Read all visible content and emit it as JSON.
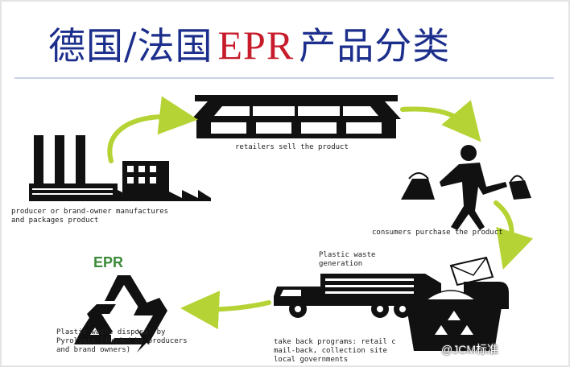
{
  "title": {
    "part1": "德国/法国",
    "part2": "EPR",
    "part3": "产品分类"
  },
  "colors": {
    "title_blue": "#1d2f8c",
    "title_red": "#c71c2c",
    "arrow_green": "#b5d334",
    "epr_green": "#3d8a3a",
    "icon_black": "#111111"
  },
  "steps": {
    "retailer": "retailers sell the product",
    "producer": "producer or brand-owner manufactures\nand packages product",
    "consumer": "consumers purchase the product",
    "waste": "Plastic waste\ngeneration",
    "takeback": "take back programs: retail  c\nmail-back, collection site\nlocal governments",
    "disposal": "Plastic waste disposal by\nPyrolysis (funded by producers\nand  brand owners)"
  },
  "epr_badge": "EPR",
  "watermark": "@JCM标准"
}
